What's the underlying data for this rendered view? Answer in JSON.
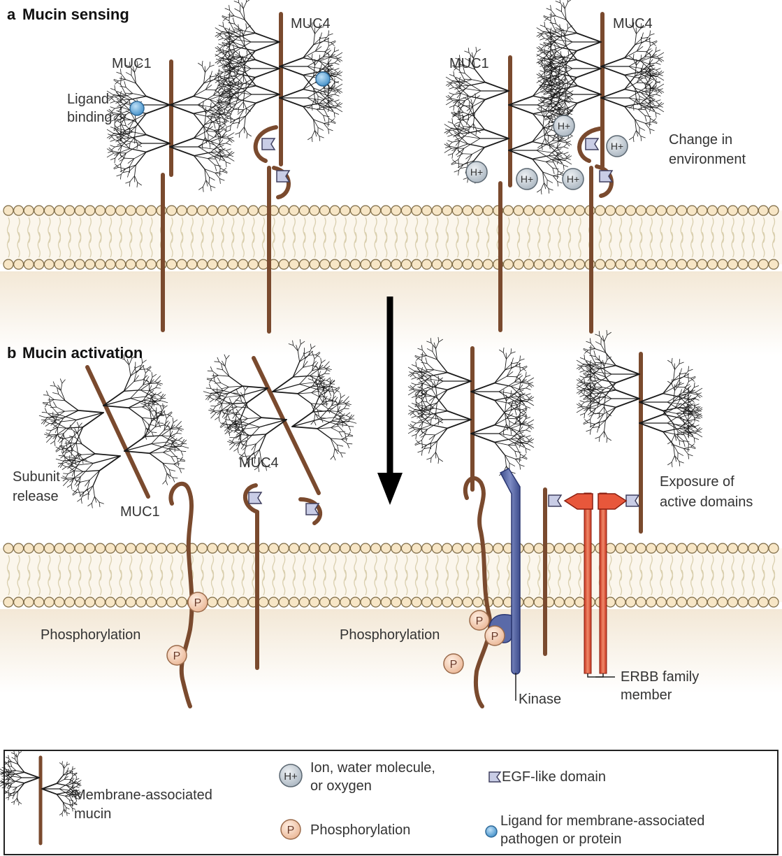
{
  "panels": {
    "a": {
      "letter": "a",
      "title": "Mucin sensing"
    },
    "b": {
      "letter": "b",
      "title": "Mucin activation"
    }
  },
  "labels": {
    "muc1_a": "MUC1",
    "muc4_a": "MUC4",
    "muc1_a2": "MUC1",
    "muc4_a2": "MUC4",
    "ligand_binding": [
      "Ligand",
      "binding"
    ],
    "change_env": [
      "Change in",
      "environment"
    ],
    "subunit_release": [
      "Subunit",
      "release"
    ],
    "muc1_b": "MUC1",
    "muc4_b": "MUC4",
    "exposure": [
      "Exposure of",
      "active domains"
    ],
    "phosphorylation_left": "Phosphorylation",
    "phosphorylation_right": "Phosphorylation",
    "kinase": "Kinase",
    "erbb": [
      "ERBB family",
      "member"
    ],
    "ion_symbol": "H+",
    "p_symbol": "P"
  },
  "legend": {
    "mucin": [
      "Membrane-associated",
      "mucin"
    ],
    "ion": [
      "Ion, water molecule,",
      "or oxygen"
    ],
    "egf": "EGF-like domain",
    "phosphorylation": "Phosphorylation",
    "ligand": [
      "Ligand for membrane-associated",
      "pathogen or protein"
    ]
  },
  "colors": {
    "mucin_stem": "#7a4a2e",
    "ion_fill": "#cdd5dc",
    "ligand_fill": "#79b4e0",
    "phospho_fill": "#f6d3bd",
    "kinase_fill": "#5a6aa8",
    "erbb_fill": "#e0553a",
    "egf_fill": "#c9cde6",
    "bead_fill": "#f7e6c6",
    "cytoplasm": "#f5ebdc"
  }
}
